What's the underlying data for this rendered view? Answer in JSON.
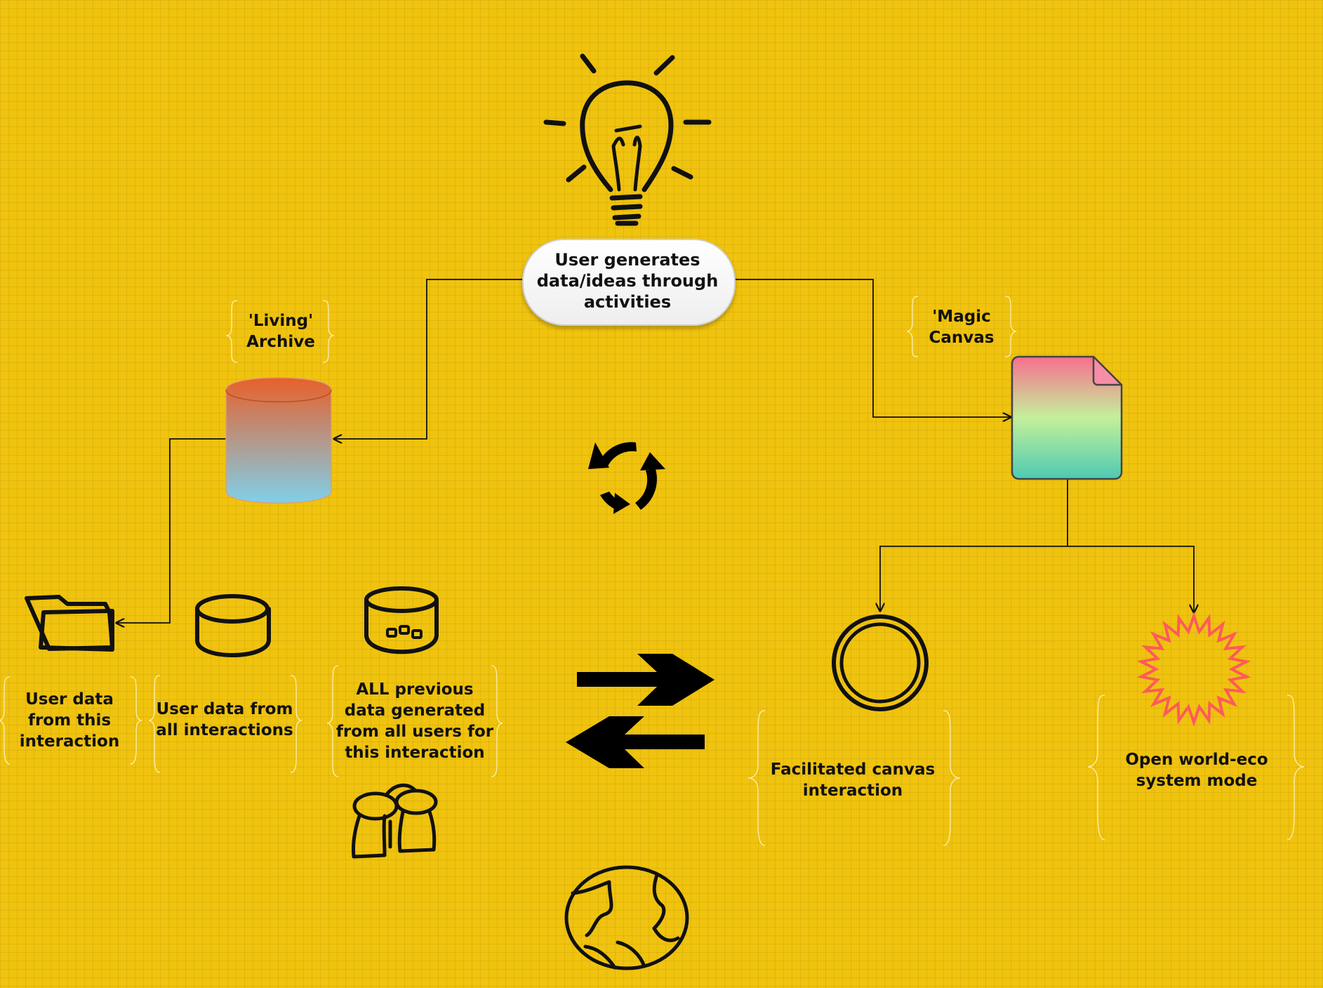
{
  "central": {
    "text": "User generates\ndata/ideas through\nactivities"
  },
  "archive": {
    "title": "'Living'\nArchive"
  },
  "canvas": {
    "title": "'Magic\nCanvas"
  },
  "data_items": {
    "this_interaction": "User data\nfrom this\ninteraction",
    "all_interactions": "User data from\nall interactions",
    "all_previous": "ALL previous\ndata generated\nfrom all users for\nthis interaction"
  },
  "modes": {
    "facilitated": "Facilitated canvas\ninteraction",
    "open_world": "Open world-eco\nsystem mode"
  },
  "colors": {
    "background": "#f0c30f",
    "archive_top": "#e8602a",
    "archive_bottom": "#7fd0ea",
    "canvas_top": "#f76f8f",
    "canvas_mid": "#c4f09a",
    "canvas_bottom": "#4ecab2",
    "starburst": "#ff5a5a"
  },
  "icons": {
    "idea": "lightbulb-icon",
    "cycle": "refresh-icon",
    "swap": "swap-arrows-icon",
    "folder": "folder-icon",
    "storage": "cylinder-icon",
    "storage_full": "storage-icon",
    "people": "people-icon",
    "globe": "globe-icon",
    "ring": "ring-icon",
    "burst": "starburst-icon"
  }
}
